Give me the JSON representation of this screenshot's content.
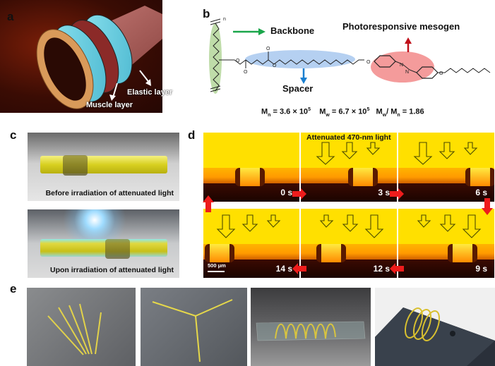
{
  "panels": {
    "a": {
      "label": "a",
      "annotations": [
        "Elastic layer",
        "Muscle layer"
      ]
    },
    "b": {
      "label": "b",
      "backbone_label": "Backbone",
      "spacer_label": "Spacer",
      "mesogen_label": "Photoresponsive mesogen",
      "repeat_subscript": "n",
      "atom_labels": {
        "oxygen": "O",
        "nitrogen": "N"
      },
      "mw": {
        "mn_sym": "M",
        "mn_sub": "n",
        "mn_val": " = 3.6 × 10",
        "mn_exp": "5",
        "mw_sym": "M",
        "mw_sub": "w",
        "mw_val": " = 6.7 × 10",
        "mw_exp": "5",
        "pdi_sym1": "M",
        "pdi_sub1": "w",
        "pdi_slash": "/ M",
        "pdi_sub2": "n",
        "pdi_val": " = 1.86"
      }
    },
    "c": {
      "label": "c",
      "captions": [
        "Before irradiation  of attenuated light",
        "Upon irradiation  of attenuated light"
      ]
    },
    "d": {
      "label": "d",
      "light_label": "Attenuated 470-nm light",
      "scale_bar": "500 μm",
      "frames": [
        {
          "time": "0 s"
        },
        {
          "time": "3 s"
        },
        {
          "time": "6 s"
        },
        {
          "time": "14 s"
        },
        {
          "time": "12 s"
        },
        {
          "time": "9 s"
        }
      ]
    },
    "e": {
      "label": "e"
    }
  },
  "colors": {
    "backbone_arrow": "#1aa64a",
    "spacer_arrow": "#1a7fd0",
    "mesogen_arrow": "#c0101a",
    "sequence_arrow": "#ee1c1c",
    "highlight_backbone": "#b8d8a0",
    "highlight_spacer": "#9cc0ec",
    "highlight_mesogen": "#f07a7a"
  }
}
